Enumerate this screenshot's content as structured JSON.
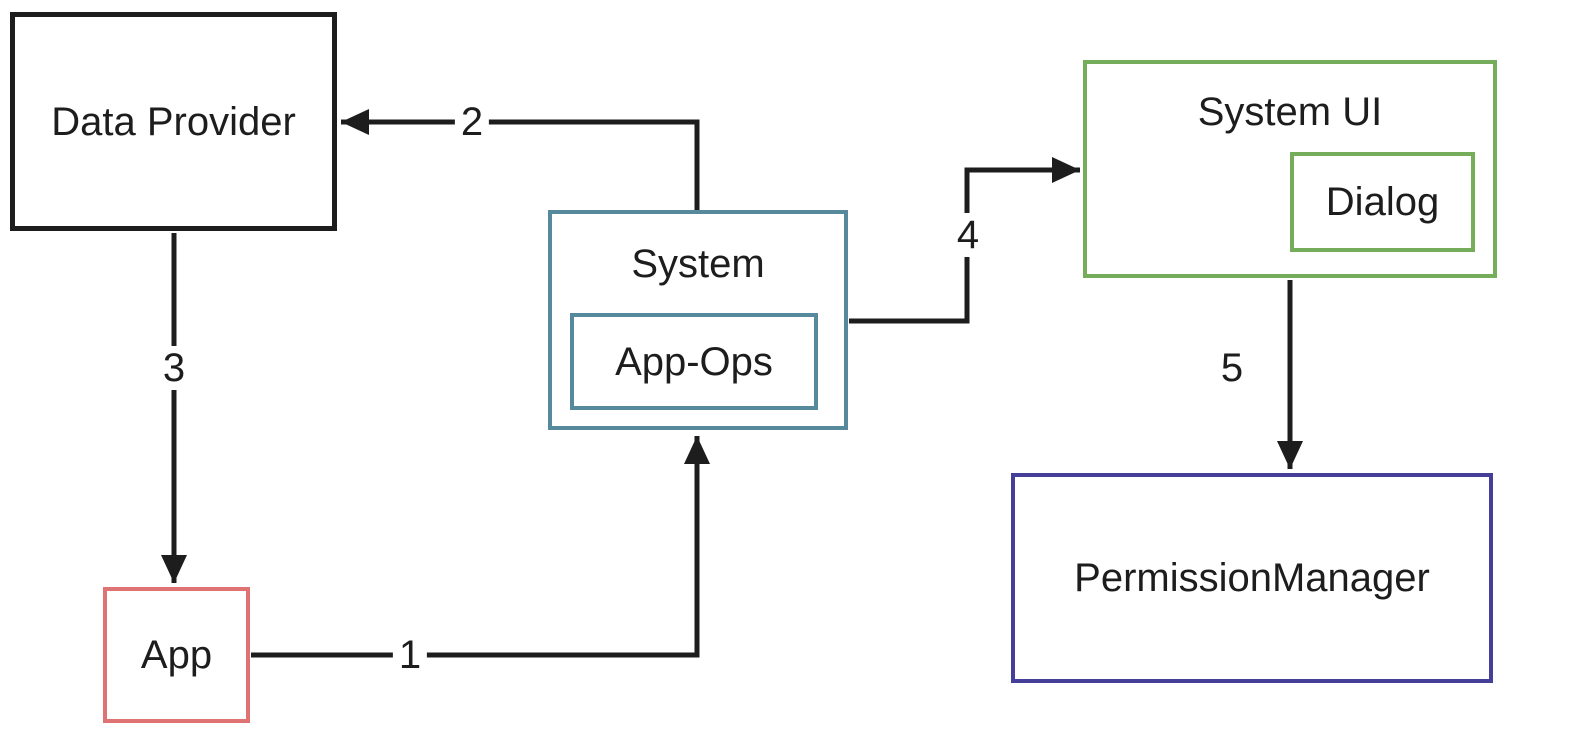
{
  "diagram": {
    "type": "flow-diagram",
    "background": "#ffffff",
    "colors": {
      "arrow": "#1d1d1d",
      "text": "#1d1d1d",
      "data_provider_border": "#1d1d1d",
      "system_border": "#55899b",
      "system_ui_border": "#76ad5b",
      "app_border": "#df7272",
      "permission_manager_border": "#463f99"
    },
    "nodes": {
      "data_provider": {
        "label": "Data Provider"
      },
      "system": {
        "label": "System"
      },
      "app_ops": {
        "label": "App-Ops"
      },
      "system_ui": {
        "label": "System UI"
      },
      "dialog": {
        "label": "Dialog"
      },
      "app": {
        "label": "App"
      },
      "permission_manager": {
        "label": "PermissionManager"
      }
    },
    "edges": [
      {
        "label": "1",
        "from": "App",
        "to": "System"
      },
      {
        "label": "2",
        "from": "System",
        "to": "Data Provider"
      },
      {
        "label": "3",
        "from": "Data Provider",
        "to": "App"
      },
      {
        "label": "4",
        "from": "System",
        "to": "System UI"
      },
      {
        "label": "5",
        "from": "System UI",
        "to": "PermissionManager"
      }
    ]
  }
}
